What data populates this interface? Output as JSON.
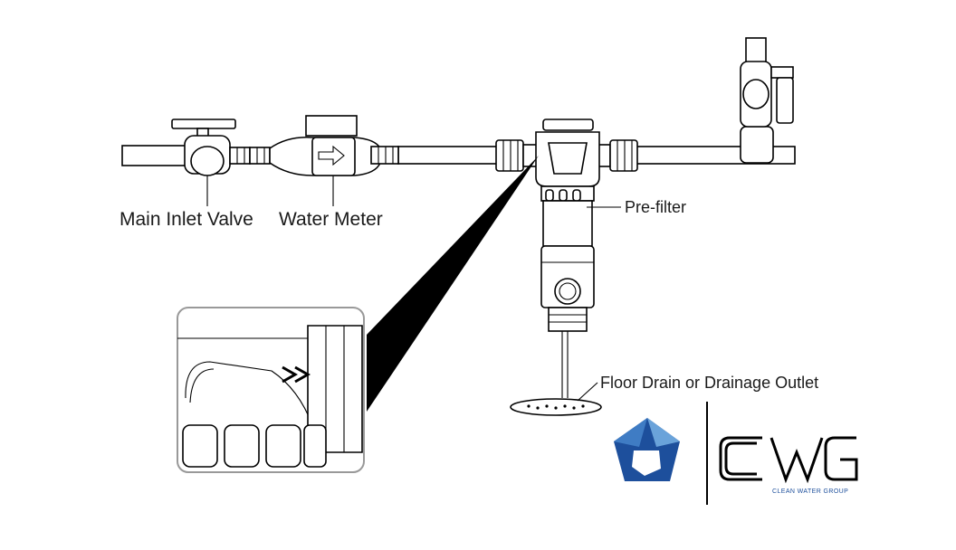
{
  "labels": {
    "main_inlet_valve": "Main Inlet Valve",
    "water_meter": "Water Meter",
    "pre_filter": "Pre-filter",
    "floor_drain": "Floor Drain or Drainage Outlet"
  },
  "brand": {
    "wordmark": "CWG",
    "tagline": "CLEAN WATER GROUP",
    "primary_color": "#1d4f9c",
    "secondary_color": "#6aa3da"
  }
}
